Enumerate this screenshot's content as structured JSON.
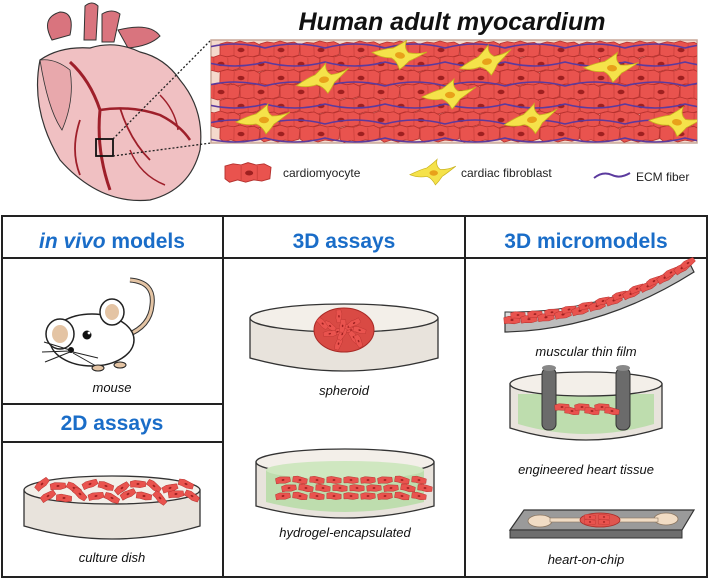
{
  "header": {
    "title": "Human adult myocardium"
  },
  "legend": {
    "items": [
      {
        "label": "cardiomyocyte",
        "icon": "cardiomyocyte-icon"
      },
      {
        "label": "cardiac fibroblast",
        "icon": "fibroblast-icon"
      },
      {
        "label": "ECM fiber",
        "icon": "ecm-fiber-icon"
      }
    ]
  },
  "panels": {
    "in_vivo": {
      "title_italic": "in vivo",
      "title_rest": " models",
      "caption": "mouse"
    },
    "assays_2d": {
      "title": "2D assays",
      "caption": "culture dish"
    },
    "assays_3d": {
      "title": "3D assays",
      "captions": [
        "spheroid",
        "hydrogel-encapsulated"
      ]
    },
    "micromodels_3d": {
      "title": "3D micromodels",
      "captions": [
        "muscular thin film",
        "engineered heart tissue",
        "heart-on-chip"
      ]
    }
  },
  "colors": {
    "heading_blue": "#1a6dc8",
    "cardiomyocyte_red": "#e9534e",
    "fibroblast_yellow": "#f5e24a",
    "ecm_purple": "#5b3a9e",
    "tissue_bg": "#f4d9cc",
    "dish_gray": "#e8e3dc",
    "hydrogel_green": "#b9dba8"
  }
}
